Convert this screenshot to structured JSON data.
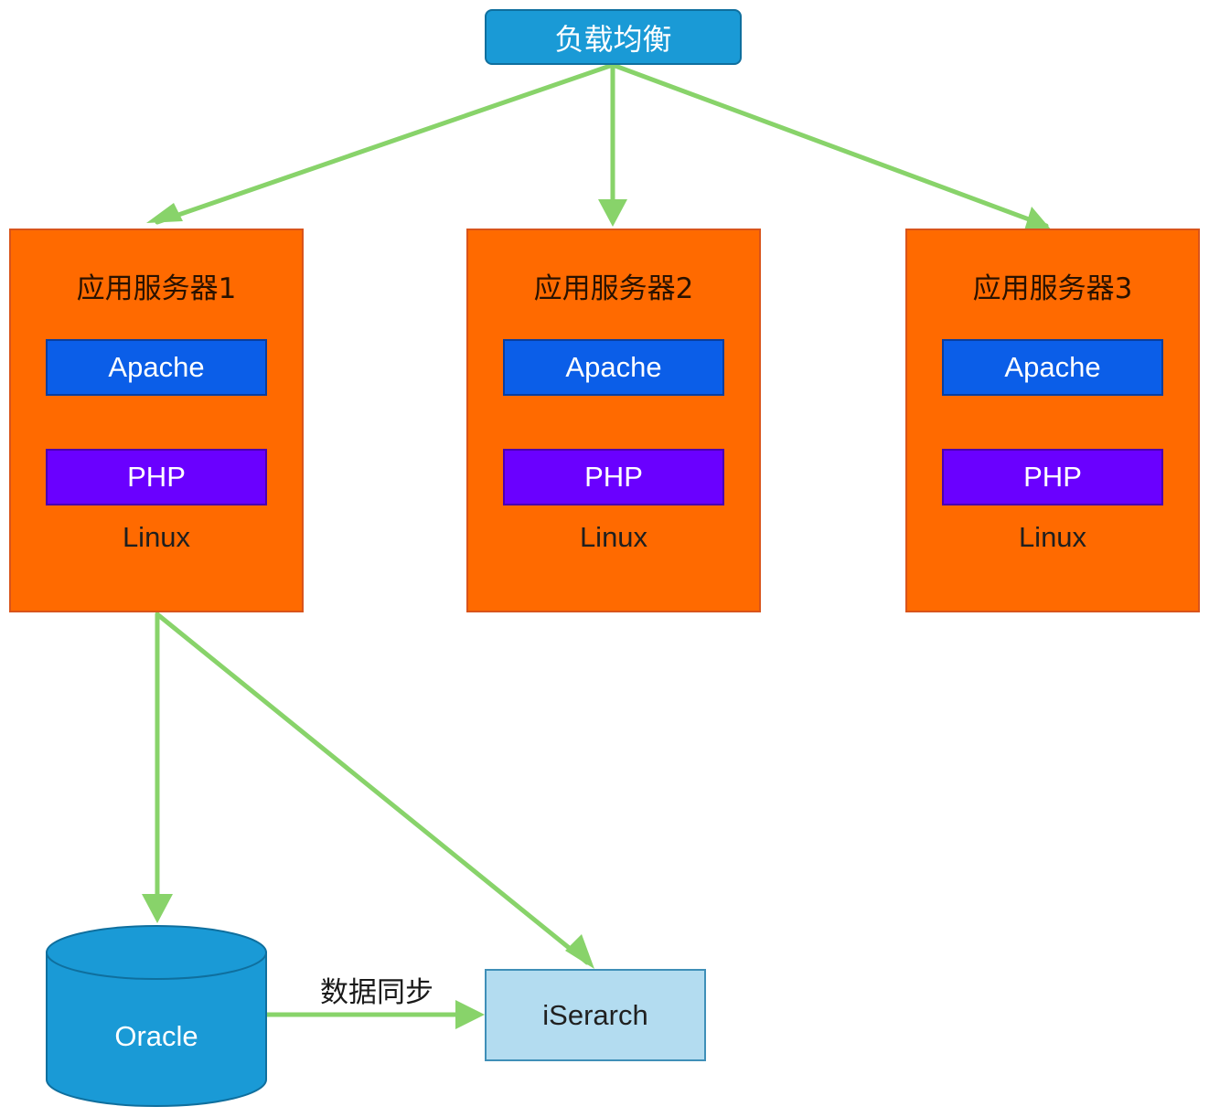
{
  "load_balancer": {
    "label": "负载均衡"
  },
  "servers": [
    {
      "title": "应用服务器1",
      "web": "Apache",
      "runtime": "PHP",
      "os": "Linux"
    },
    {
      "title": "应用服务器2",
      "web": "Apache",
      "runtime": "PHP",
      "os": "Linux"
    },
    {
      "title": "应用服务器3",
      "web": "Apache",
      "runtime": "PHP",
      "os": "Linux"
    }
  ],
  "database": {
    "label": "Oracle"
  },
  "search": {
    "label": "iSerarch"
  },
  "sync_label": "数据同步",
  "colors": {
    "arrow": "#88d36a",
    "server": "#ff6a00",
    "apache": "#0b5ee8",
    "php": "#6a00ff",
    "load_balancer": "#1a9ad6",
    "database": "#1a9ad6",
    "search": "#b3dcf0"
  }
}
